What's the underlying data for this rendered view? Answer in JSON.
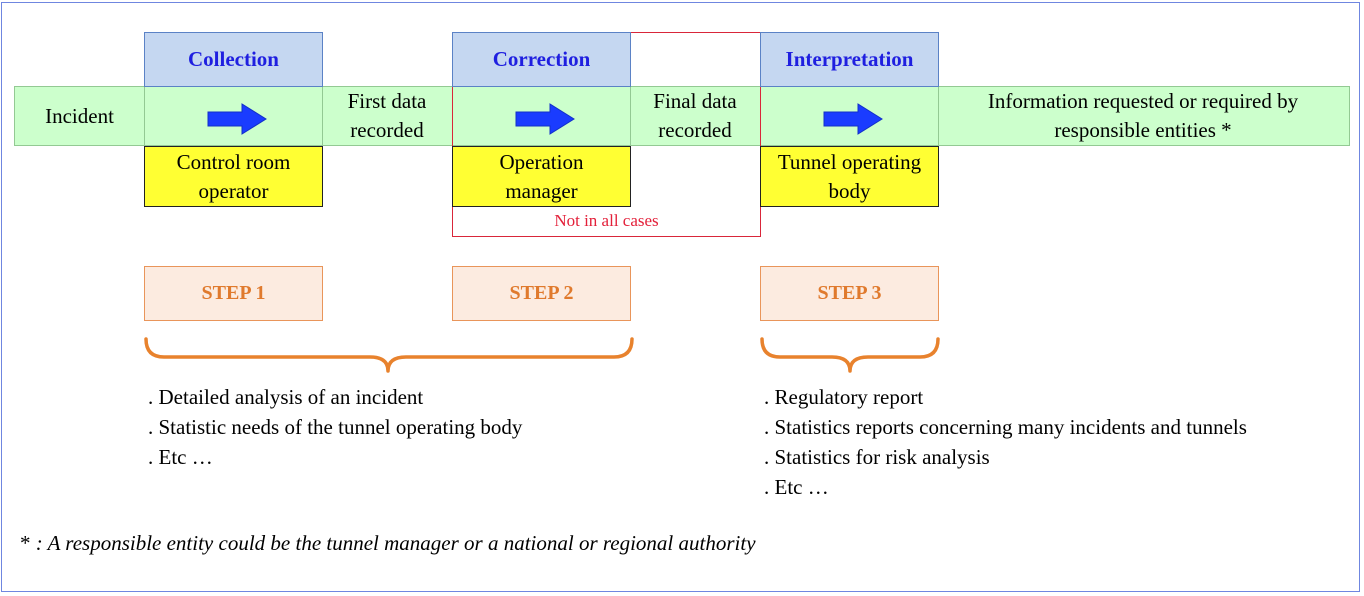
{
  "process": {
    "input": "Incident",
    "phases": [
      {
        "title": "Collection",
        "actor_line1": "Control room",
        "actor_line2": "operator"
      },
      {
        "title": "Correction",
        "actor_line1": "Operation",
        "actor_line2": "manager"
      },
      {
        "title": "Interpretation",
        "actor_line1": "Tunnel operating",
        "actor_line2": "body"
      }
    ],
    "outputs": [
      {
        "line1": "First data",
        "line2": "recorded"
      },
      {
        "line1": "Final data",
        "line2": "recorded"
      },
      {
        "line1": "Information requested or required by",
        "line2": "responsible entities *"
      }
    ],
    "note": "Not in all cases"
  },
  "steps": [
    "STEP 1",
    "STEP 2",
    "STEP 3"
  ],
  "uses_left": [
    ". Detailed analysis of an incident",
    ". Statistic needs of the tunnel operating body",
    ". Etc …"
  ],
  "uses_right": [
    ". Regulatory report",
    ". Statistics reports concerning many incidents and tunnels",
    ". Statistics for risk analysis",
    ". Etc …"
  ],
  "footnote": {
    "star": "*",
    "text": " : A responsible entity  could be the tunnel manager or a national or regional authority"
  },
  "colors": {
    "arrow": "#1a3cff",
    "brace": "#e8822d",
    "band": "#ccffcc",
    "actor": "#ffff33",
    "phase": "#c5d7f1"
  }
}
